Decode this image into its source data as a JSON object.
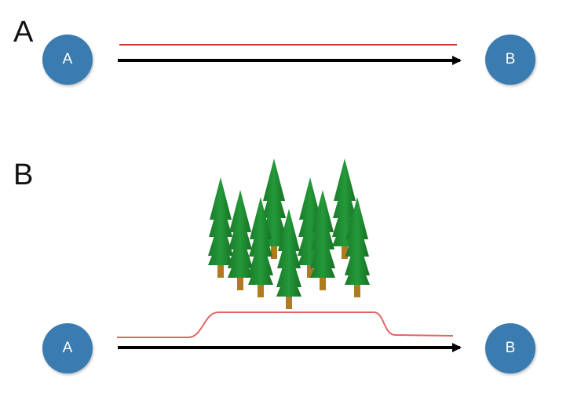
{
  "panels": {
    "a": {
      "label": "A"
    },
    "b": {
      "label": "B"
    }
  },
  "nodes": {
    "start": "A",
    "end": "B"
  },
  "colors": {
    "node_fill": "#3a7bb0",
    "path_line": "#c0392b",
    "path_line_detour": "#e06666",
    "arrow": "#000000",
    "tree_foliage": "#1f8a2e",
    "tree_trunk": "#b07a1f"
  },
  "icons": {
    "obstacle": "pine-tree-icon"
  }
}
